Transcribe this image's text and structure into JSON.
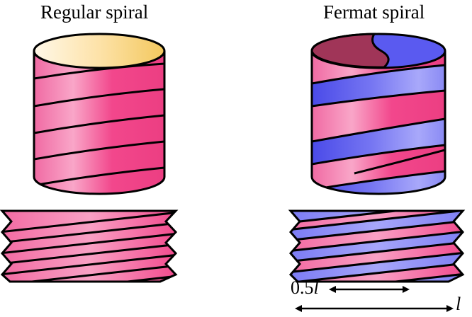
{
  "titles": {
    "left": "Regular spiral",
    "right": "Fermat spiral"
  },
  "dimensions": {
    "half_label_num": "0.5",
    "half_label_var": "l",
    "full_label": "l"
  },
  "colors": {
    "pink": "#f2438a",
    "pink_light": "#f79bc0",
    "blue": "#5a5af0",
    "blue_light": "#9a9af8",
    "top_fill_light": "#fde8b8",
    "top_fill_warm": "#f3c860",
    "top_fermat_dark": "#a03558",
    "outline": "#000000"
  }
}
